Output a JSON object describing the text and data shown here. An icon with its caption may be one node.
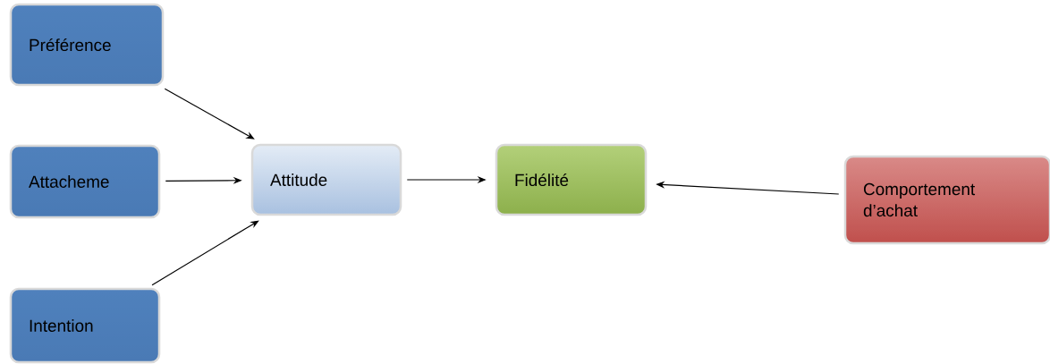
{
  "diagram": {
    "nodes": [
      {
        "text": [
          "Préférence"
        ]
      },
      {
        "text": [
          "Attacheme"
        ]
      },
      {
        "text": [
          "Intention"
        ]
      },
      {
        "text": [
          "Attitude"
        ]
      },
      {
        "text": [
          "Fidélité"
        ]
      },
      {
        "text": [
          "Comportement d’achat"
        ]
      }
    ],
    "edges": [
      {
        "from": 0,
        "to": 3,
        "arrow": "to"
      },
      {
        "from": 1,
        "to": 3,
        "arrow": "to"
      },
      {
        "from": 2,
        "to": 3,
        "arrow": "to"
      },
      {
        "from": 3,
        "to": 4,
        "arrow": "to"
      },
      {
        "from": 5,
        "to": 4,
        "arrow": "to"
      }
    ]
  }
}
